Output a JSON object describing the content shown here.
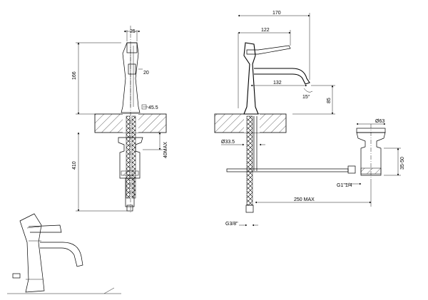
{
  "drawing": {
    "front_view": {
      "handle_width": "25",
      "handle_depth": "20",
      "total_height": "166",
      "body_diameter": "45.5",
      "below_counter": "410",
      "max_thickness": "40MAX"
    },
    "side_view": {
      "overall_length": "170",
      "handle_length": "122",
      "spout_reach": "132",
      "spout_angle": "15°",
      "spout_height": "85",
      "hole_diameter": "Ø33.5",
      "connection": "G3/8\""
    },
    "waste_detail": {
      "plug_diameter": "Ø63",
      "thread": "G1\"1/4",
      "max_distance": "250  MAX",
      "height_range": "35-50"
    }
  }
}
